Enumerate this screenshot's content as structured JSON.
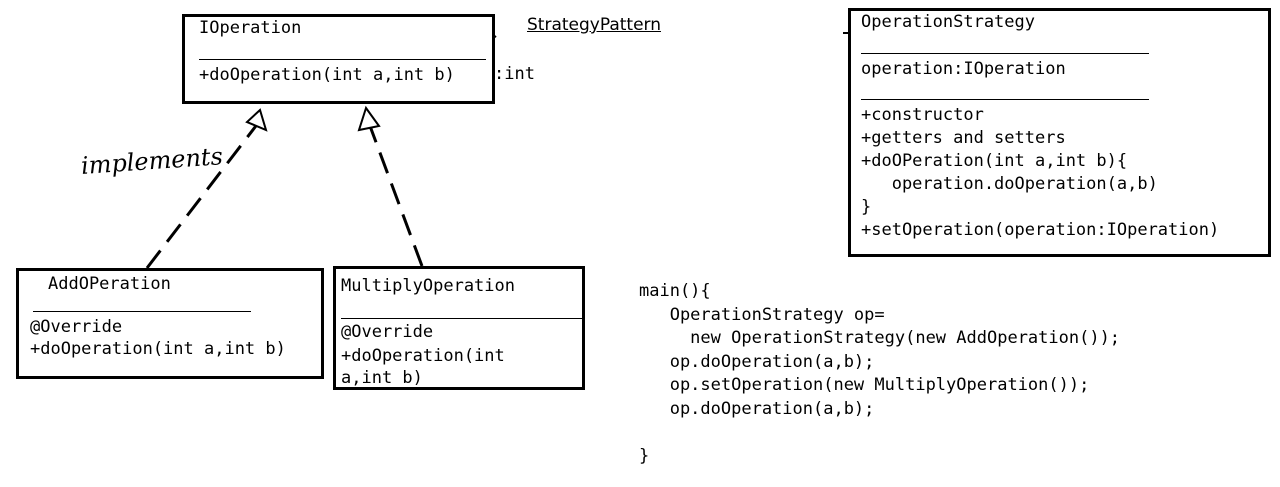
{
  "title": "StrategyPattern",
  "implements_note": "implements",
  "interface_box": {
    "name": "IOperation",
    "separator": "_________________________",
    "method": "+doOperation(int a,int b)",
    "return_type": ":int"
  },
  "add_box": {
    "name": "AddOPeration",
    "separator": "___________________",
    "annotation": "@Override",
    "method": "+doOperation(int a,int b)"
  },
  "multiply_box": {
    "name": "MultiplyOperation",
    "separator": "___________________",
    "annotation": "@Override",
    "method_1": "+doOperation(int",
    "method_2": "a,int b)"
  },
  "strategy_box": {
    "name": "OperationStrategy",
    "separator_1": "_______________________",
    "field": "operation:IOperation",
    "separator_2": "_______________________",
    "lines": [
      "+constructor",
      "+getters and setters",
      "+doOPeration(int a,int b){",
      "   operation.doOperation(a,b)",
      "}",
      "+setOperation(operation:IOperation)"
    ]
  },
  "main_code": [
    "main(){",
    "   OperationStrategy op=",
    "     new OperationStrategy(new AddOperation());",
    "   op.doOperation(a,b);",
    "   op.setOperation(new MultiplyOperation());",
    "   op.doOperation(a,b);",
    "",
    "}"
  ]
}
